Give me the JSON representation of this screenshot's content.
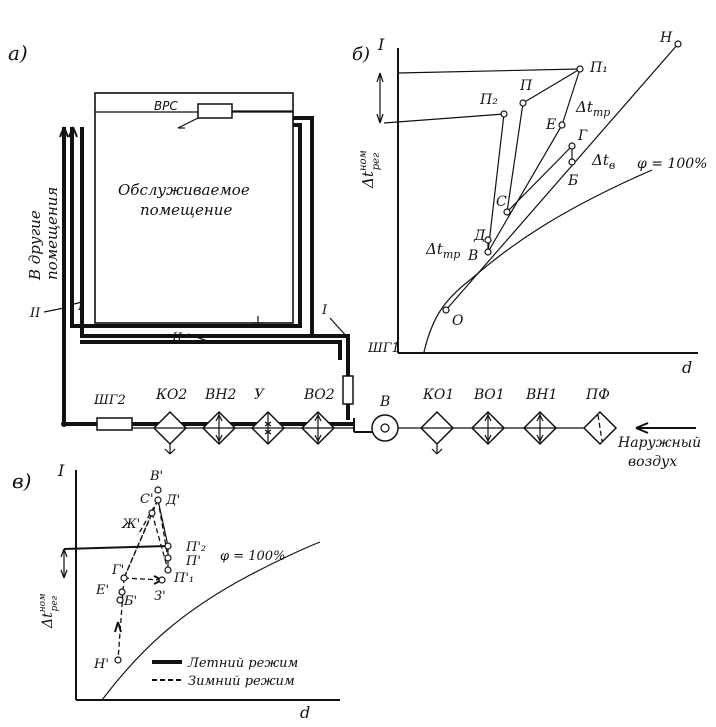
{
  "panel_a": {
    "label": "а)",
    "room_sensor": "ВРС",
    "room_text_line1": "Обслуживаемое",
    "room_text_line2": "помещение",
    "to_other_rooms_line1": "В другие",
    "to_other_rooms_line2": "помещения",
    "duct_II_left": "II",
    "duct_I_left": "I",
    "duct_II_bottom": "II",
    "duct_I_right": "I",
    "gate_1": "ШГ1",
    "gate_2": "ШГ2",
    "fan": "В",
    "outside_air_line1": "Наружный",
    "outside_air_line2": "воздух",
    "units": [
      {
        "key": "KO2",
        "label": "КО2",
        "symbol": "cooler"
      },
      {
        "key": "VN2",
        "label": "ВН2",
        "symbol": "heater"
      },
      {
        "key": "U",
        "label": "У",
        "symbol": "humidifier"
      },
      {
        "key": "VO2",
        "label": "ВО2",
        "symbol": "heater"
      },
      {
        "key": "KO1",
        "label": "КО1",
        "symbol": "cooler"
      },
      {
        "key": "VO1",
        "label": "ВО1",
        "symbol": "heater"
      },
      {
        "key": "VN1",
        "label": "ВН1",
        "symbol": "heater"
      },
      {
        "key": "PF",
        "label": "ПФ",
        "symbol": "filter"
      }
    ]
  },
  "panel_b": {
    "label": "б)",
    "y_axis": "I",
    "x_axis": "d",
    "delta_label": "Δt",
    "delta_sup": "ном",
    "delta_sub": "рег",
    "phi_label": "φ = 100%",
    "points": [
      "Н",
      "П₁",
      "П₂",
      "П",
      "Е",
      "Г",
      "Б",
      "С",
      "Д",
      "В",
      "О"
    ],
    "labels": {
      "H": "Н",
      "P1": "П₁",
      "P2": "П₂",
      "P": "П",
      "E": "Е",
      "G": "Г",
      "B": "Б",
      "C": "С",
      "D": "Д",
      "V": "В",
      "O": "О",
      "dt_tr_top": "Δt",
      "dt_tr_top_sub": "тр",
      "dt_v": "Δt",
      "dt_v_sub": "в",
      "dt_tr_left": "Δt",
      "dt_tr_left_sub": "тр"
    }
  },
  "panel_v": {
    "label": "в)",
    "y_axis": "I",
    "x_axis": "d",
    "delta_label": "Δt",
    "delta_sup": "ном",
    "delta_sub": "рег",
    "phi_label": "φ = 100%",
    "labels": {
      "V": "В'",
      "C": "С'",
      "D": "Д'",
      "Zh": "Ж'",
      "P2": "П'₂",
      "P": "П'",
      "P1": "П'₁",
      "G": "Г'",
      "E": "Е'",
      "B": "Б'",
      "Z": "З'",
      "H": "Н'"
    },
    "legend": [
      {
        "style": "solid",
        "label": "Летний режим"
      },
      {
        "style": "dashed",
        "label": "Зимний режим"
      }
    ]
  }
}
